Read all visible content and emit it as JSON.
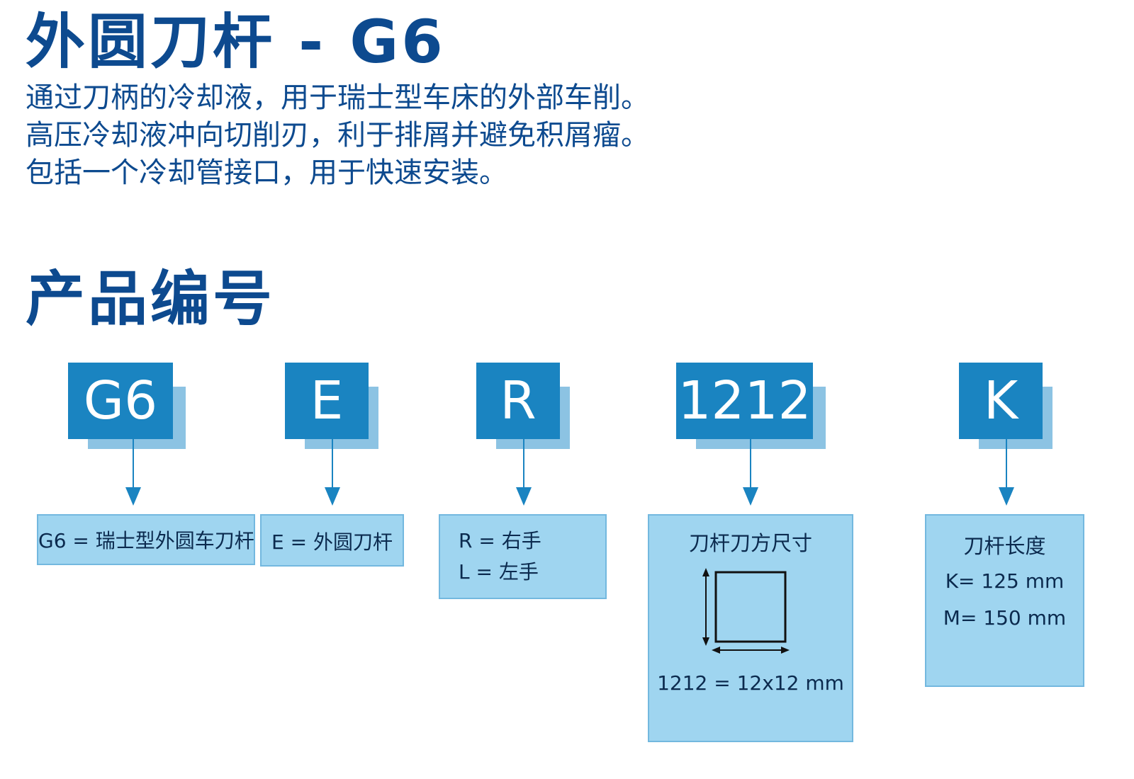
{
  "header": {
    "title": "外圆刀杆 - G6",
    "description": [
      "通过刀柄的冷却液，用于瑞士型车床的外部车削。",
      "高压冷却液冲向切削刃，利于排屑并避免积屑瘤。",
      "包括一个冷却管接口，用于快速安装。"
    ]
  },
  "section": {
    "title": "产品编号"
  },
  "codes": [
    {
      "label": "G6",
      "explain": [
        "G6 = 瑞士型外圆车刀杆"
      ]
    },
    {
      "label": "E",
      "explain": [
        "E = 外圆刀杆"
      ]
    },
    {
      "label": "R",
      "explain": [
        "R = 右手",
        "L = 左手"
      ]
    },
    {
      "label": "1212",
      "heading": "刀杆刀方尺寸",
      "explain": [
        "1212 = 12x12 mm"
      ]
    },
    {
      "label": "K",
      "heading": "刀杆长度",
      "explain": [
        "K= 125 mm",
        "M= 150 mm"
      ]
    }
  ],
  "colors": {
    "title": "#0d4a8f",
    "code_box": "#1a84c1",
    "code_shadow": "#8cc3e3",
    "explain_box": "#9fd5f0",
    "explain_border": "#73b8df"
  }
}
